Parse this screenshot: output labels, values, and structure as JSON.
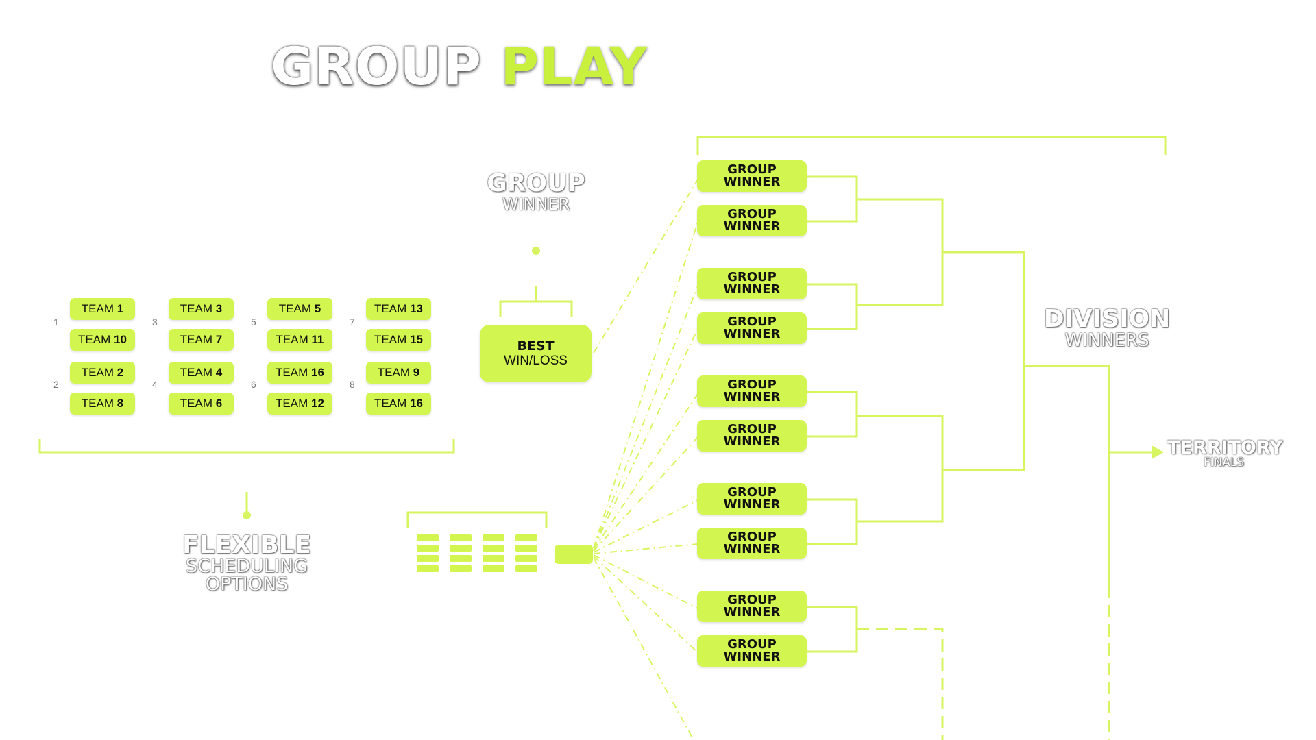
{
  "title": {
    "part1": "GROUP",
    "part2": "PLAY"
  },
  "labels": {
    "group_winner": {
      "line1": "GROUP",
      "line2": "WINNER"
    },
    "division_winners": {
      "line1": "DIVISION",
      "line2": "WINNERS"
    },
    "territory_finals": {
      "line1": "TERRITORY",
      "line2": "FINALS"
    },
    "flexible": {
      "line1": "FLEXIBLE",
      "line2": "SCHEDULING",
      "line3": "OPTIONS"
    }
  },
  "best": {
    "line1": "BEST",
    "line2": "WIN/LOSS"
  },
  "team_prefix": "TEAM",
  "groups": [
    {
      "n1": "1",
      "n2": "2",
      "teams": [
        "1",
        "10",
        "2",
        "8"
      ]
    },
    {
      "n1": "3",
      "n2": "4",
      "teams": [
        "3",
        "7",
        "4",
        "6"
      ]
    },
    {
      "n1": "5",
      "n2": "6",
      "teams": [
        "5",
        "11",
        "16",
        "12"
      ]
    },
    {
      "n1": "7",
      "n2": "8",
      "teams": [
        "13",
        "15",
        "9",
        "16"
      ]
    }
  ],
  "group_winner_box": {
    "line1": "GROUP",
    "line2": "WINNER"
  },
  "colors": {
    "accent": "#d2f550",
    "line": "#d6f560",
    "text": "#111111"
  }
}
